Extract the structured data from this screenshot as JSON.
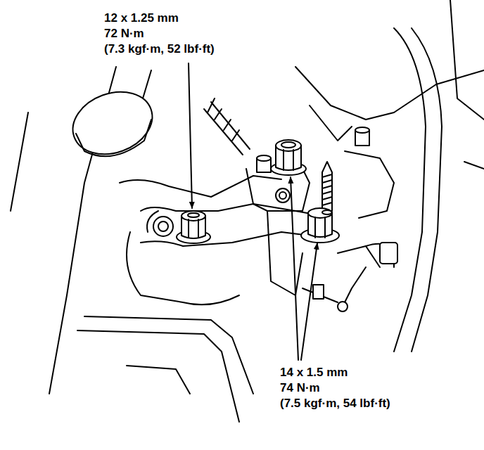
{
  "diagram": {
    "labels": [
      "12 x 1.25 mm",
      "72 N·m",
      "(7.3 kgf·m, 52 lbf·ft)",
      "14 x 1.5 mm",
      "74 N·m",
      "(7.5 kgf·m, 54 lbf·ft)"
    ]
  }
}
